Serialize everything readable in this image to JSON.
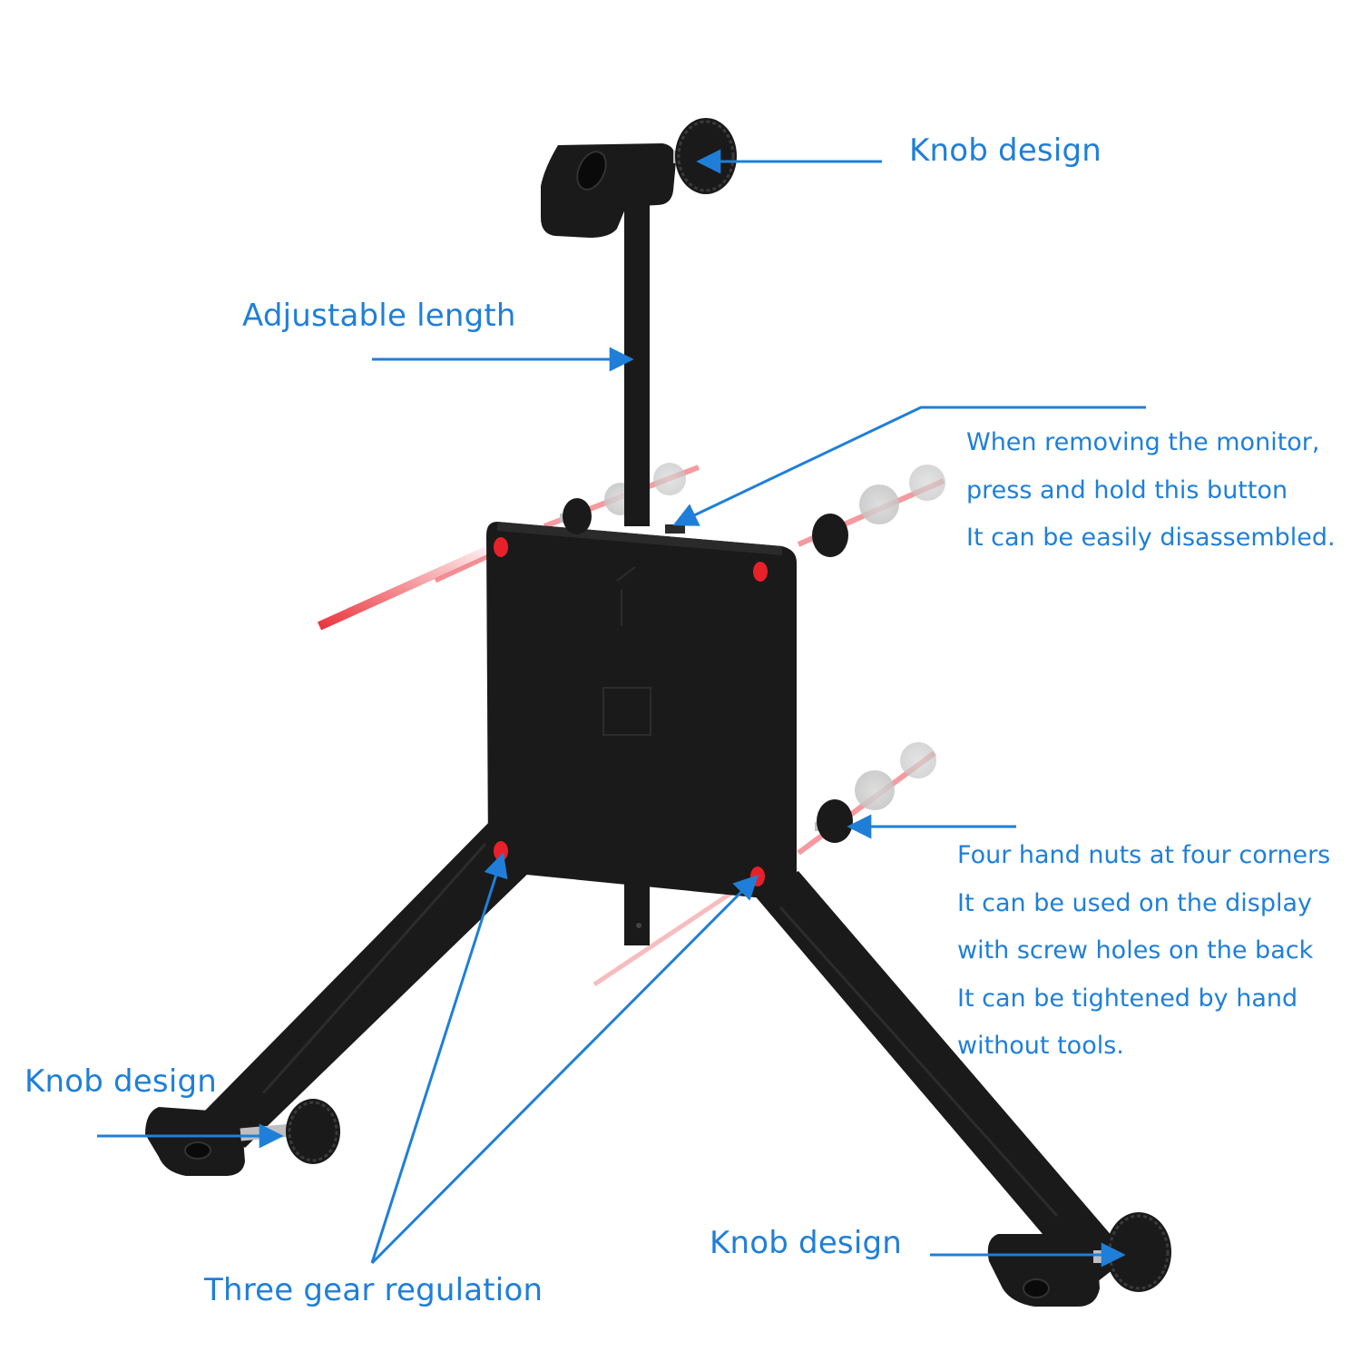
{
  "labels": {
    "knob_top": "Knob design",
    "adjustable_length": "Adjustable length",
    "remove_monitor": [
      "When removing the monitor,",
      "press and hold this button",
      "It can be easily disassembled."
    ],
    "hand_nuts": [
      "Four hand nuts at four corners",
      "It can be used on the display",
      "with screw holes on the back",
      "It can be tightened by hand",
      "without tools."
    ],
    "knob_left": "Knob design",
    "knob_right": "Knob design",
    "three_gear": "Three gear regulation"
  },
  "colors": {
    "label_text": "#1f7fd8",
    "callout_line": "#1f7fd8",
    "product_body": "#1a1a1a",
    "screw_highlight": "#e8202a"
  }
}
